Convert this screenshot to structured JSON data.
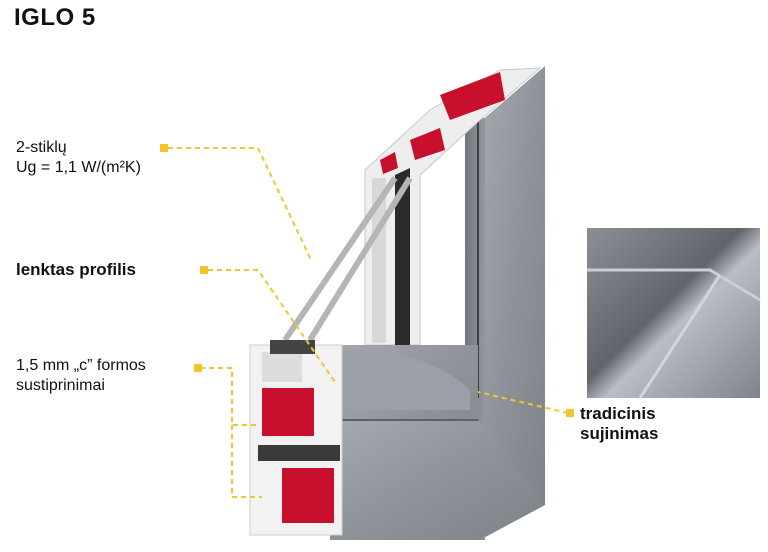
{
  "title": "IGLO 5",
  "callouts": {
    "glazing": {
      "line1": "2-stiklų",
      "line2": "Ug = 1,1 W/(m²K)"
    },
    "profile": {
      "label": "lenktas profilis"
    },
    "reinforcement": {
      "line1": "1,5 mm „c” formos",
      "line2": "sustiprinimai"
    },
    "joint": {
      "line1": "tradicinis",
      "line2": "sujinimas"
    }
  },
  "colors": {
    "accent": "#f2c530",
    "frame_grey": "#8f959a",
    "gasket_red": "#c8102e",
    "pvc_white": "#f2f2f2"
  }
}
